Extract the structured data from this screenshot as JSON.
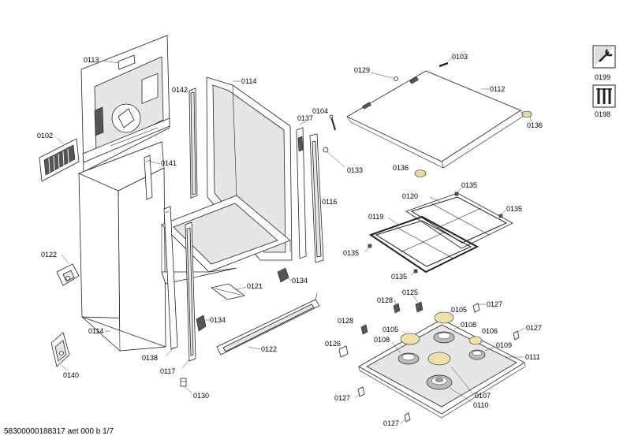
{
  "labels": {
    "p0113": "0113",
    "p0102": "0102",
    "p0142": "0142",
    "p0114a": "0114",
    "p0137": "0137",
    "p0104": "0104",
    "p0133": "0133",
    "p0141": "0141",
    "p0116": "0116",
    "p0122a": "0122",
    "p0114b": "0114",
    "p0134a": "0134",
    "p0121": "0121",
    "p0134b": "0134",
    "p0122b": "0122",
    "p0138": "0138",
    "p0117": "0117",
    "p0140": "0140",
    "p0130": "0130",
    "p0129": "0129",
    "p0103": "0103",
    "p0112": "0112",
    "p0136a": "0136",
    "p0136b": "0136",
    "p0120": "0120",
    "p0135a": "0135",
    "p0135b": "0135",
    "p0119": "0119",
    "p0135c": "0135",
    "p0135d": "0135",
    "p0128a": "0128",
    "p0125": "0125",
    "p0105a": "0105",
    "p0127a": "0127",
    "p0128b": "0128",
    "p0105b": "0105",
    "p0108a": "0108",
    "p0106": "0106",
    "p0127b": "0127",
    "p0126": "0126",
    "p0108b": "0108",
    "p0109": "0109",
    "p0111": "0111",
    "p0127c": "0127",
    "p0107": "0107",
    "p0110": "0110",
    "p0127d": "0127",
    "p0199": "0199",
    "p0198": "0198"
  },
  "footer": "58300000188317 aet 000 b 1/7"
}
